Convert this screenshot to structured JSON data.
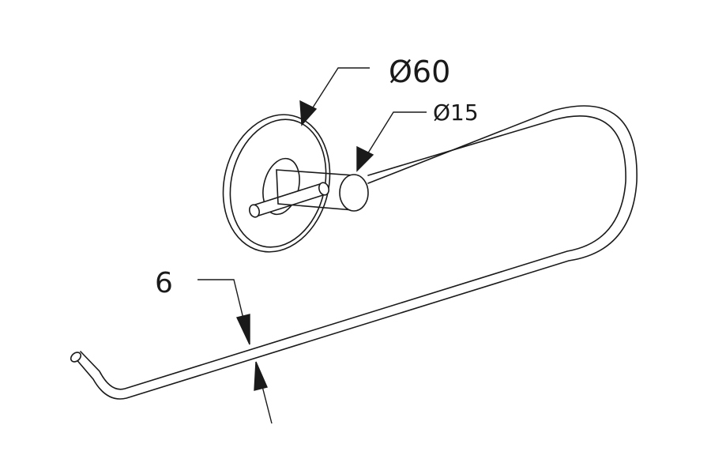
{
  "dimensions": {
    "flange_diameter": "Ø60",
    "post_diameter": "Ø15",
    "rod_diameter": "6"
  },
  "colors": {
    "line": "#1a1a1a",
    "background": "#ffffff"
  }
}
